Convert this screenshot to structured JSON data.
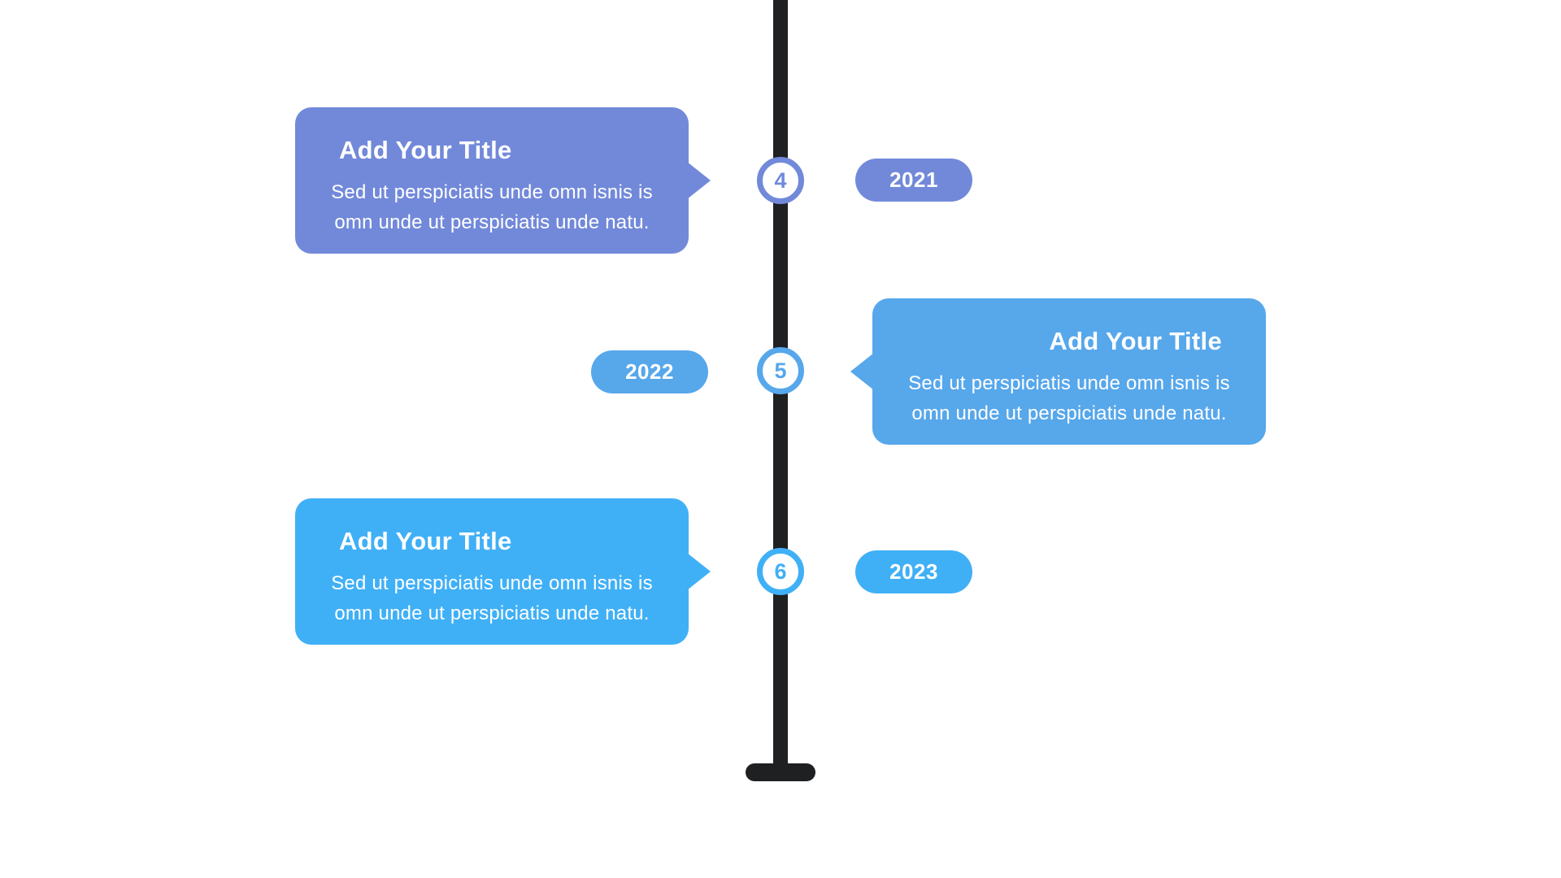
{
  "timeline": {
    "line_color": "#1F2022",
    "items": [
      {
        "number": "4",
        "year": "2021",
        "title": "Add Your Title",
        "body_lines": [
          "Sed ut perspiciatis unde omn isnis is",
          "omn unde ut perspiciatis unde natu."
        ],
        "side": "left",
        "accent_color": "#7289DA"
      },
      {
        "number": "5",
        "year": "2022",
        "title": "Add Your Title",
        "body_lines": [
          "Sed ut perspiciatis unde omn isnis is",
          "omn unde ut perspiciatis unde natu."
        ],
        "side": "right",
        "accent_color": "#57A7EB"
      },
      {
        "number": "6",
        "year": "2023",
        "title": "Add Your Title",
        "body_lines": [
          "Sed ut perspiciatis unde omn isnis is",
          "omn unde ut perspiciatis unde natu."
        ],
        "side": "left",
        "accent_color": "#40B0F6"
      }
    ]
  }
}
